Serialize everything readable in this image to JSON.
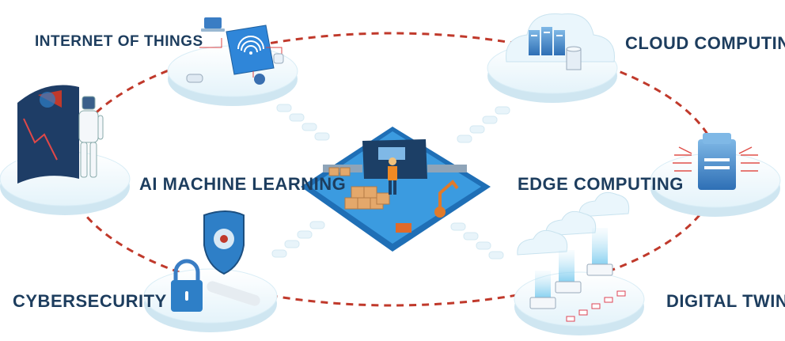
{
  "labels": {
    "internet_of_things": "INTERNET OF THINGS",
    "cloud_computing": "CLOUD COMPUTING",
    "ai_machine_learning": "AI MACHINE LEARNING",
    "edge_computing": "EDGE COMPUTING",
    "cybersecurity": "CYBERSECURITY",
    "digital_twin": "DIGITAL TWIN"
  },
  "colors": {
    "title_text": "#1d3d5e",
    "dashed_line": "#c0392b",
    "platform_top": "#eef8fc",
    "platform_side": "#cfe6f1",
    "accent_blue": "#2e7fc7",
    "factory_blue": "#2f8fd6"
  }
}
